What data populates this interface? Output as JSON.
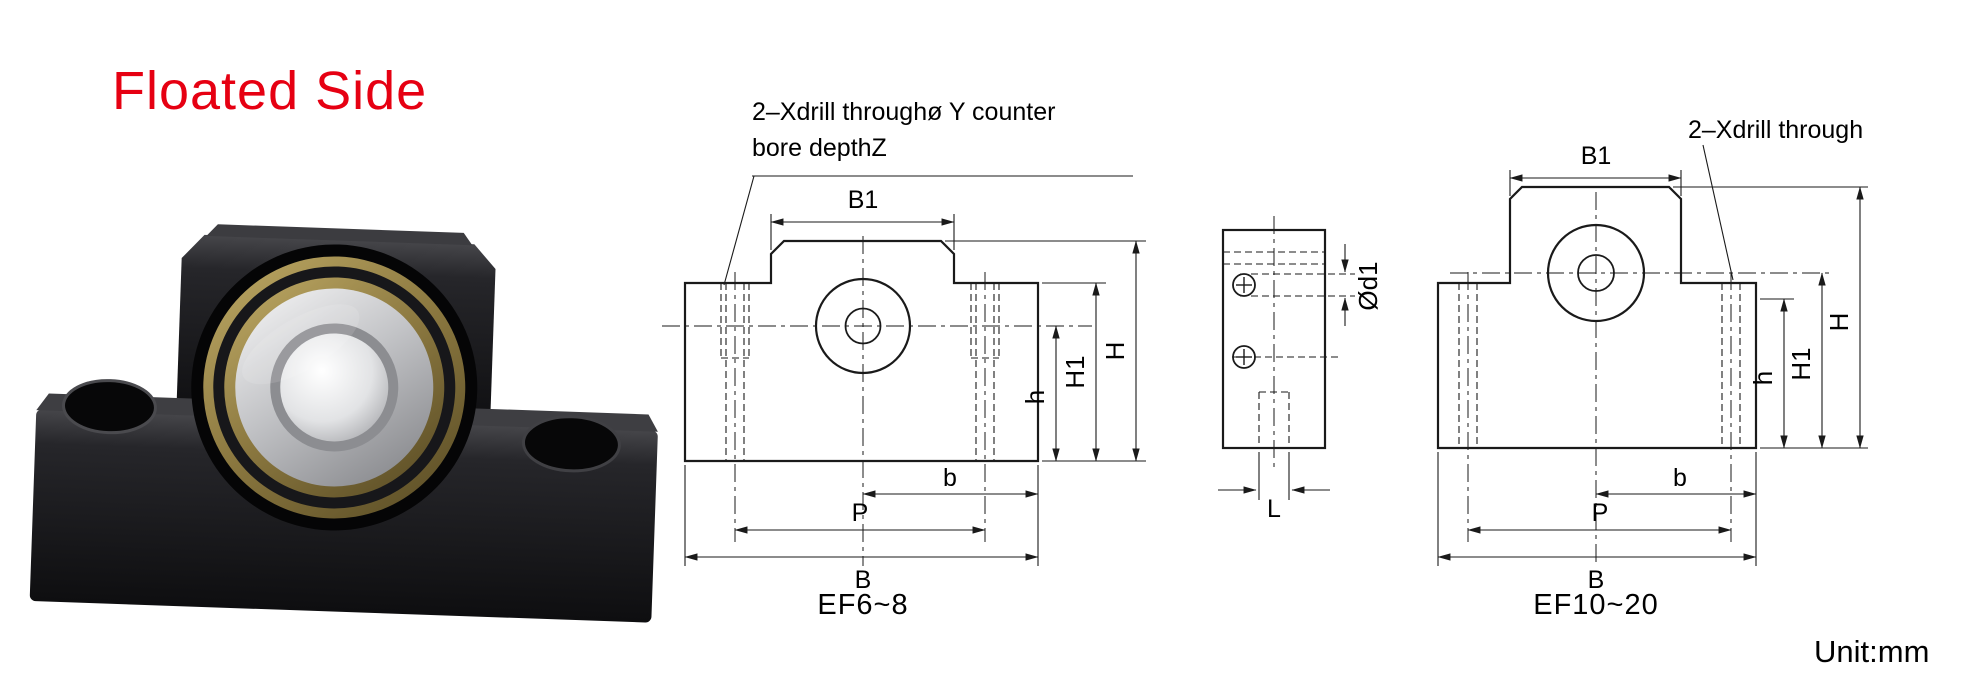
{
  "title": {
    "text": "Floated Side"
  },
  "unit_label": "Unit:mm",
  "colors": {
    "title_red": "#e60012",
    "drawing_line": "#1a1a1a",
    "product_black": "#141416"
  },
  "ef68": {
    "label": "EF6~8",
    "note_line1": "2–Xdrill throughø Y counter",
    "note_line2": "bore depthZ",
    "dim_B1": "B1",
    "dim_h": "h",
    "dim_H1": "H1",
    "dim_H": "H",
    "dim_b": "b",
    "dim_P": "P",
    "dim_B": "B"
  },
  "side_view": {
    "dim_d1": "Ød1",
    "dim_L": "L"
  },
  "ef1020": {
    "label": "EF10~20",
    "note": "2–Xdrill through",
    "dim_B1": "B1",
    "dim_h": "h",
    "dim_H1": "H1",
    "dim_H": "H",
    "dim_b": "b",
    "dim_P": "P",
    "dim_B": "B"
  }
}
